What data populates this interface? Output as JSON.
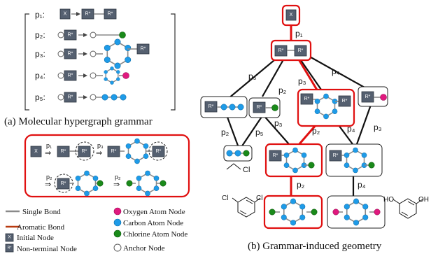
{
  "grammar": {
    "rules": [
      {
        "label": "p₁:"
      },
      {
        "label": "p₂:"
      },
      {
        "label": "p₃:"
      },
      {
        "label": "p₄:"
      },
      {
        "label": "p₅:"
      }
    ],
    "caption": "(a) Molecular hypergraph grammar"
  },
  "derivation": {
    "p1": "p₁",
    "p3": "p₃",
    "p2a": "p₂",
    "p2b": "p₂"
  },
  "legend": {
    "single_bond": "Single Bond",
    "aromatic_bond": "Aromatic Bond",
    "initial_node": "Initial Node",
    "nonterminal_node": "Non-terminal Node",
    "oxygen": "Oxygen Atom Node",
    "carbon": "Carbon Atom Node",
    "chlorine": "Chlorine Atom Node",
    "anchor": "Anchor Node"
  },
  "geometry": {
    "edges": {
      "p1": "p₁",
      "p5": "p₅",
      "p3": "p₃",
      "p4": "p₄",
      "p2a": "p₂",
      "p2b": "p₂",
      "p5b": "p₅",
      "p3b": "p₃",
      "p2c": "p₂",
      "p4b": "p₄",
      "p3c": "p₃",
      "p2d": "p₂",
      "p4c": "p₄"
    },
    "caption": "(b) Grammar-induced geometry"
  },
  "symbols": {
    "initial": "X",
    "nonterminal": "R*",
    "chlorine": "Cl",
    "hydroxyl": "HO",
    "oh": "OH"
  },
  "colors": {
    "highlight": "#e01010",
    "carbon": "#1e9be8",
    "chlorine": "#1a8a1a",
    "oxygen": "#e0197e",
    "nonterminal": "#556070"
  }
}
